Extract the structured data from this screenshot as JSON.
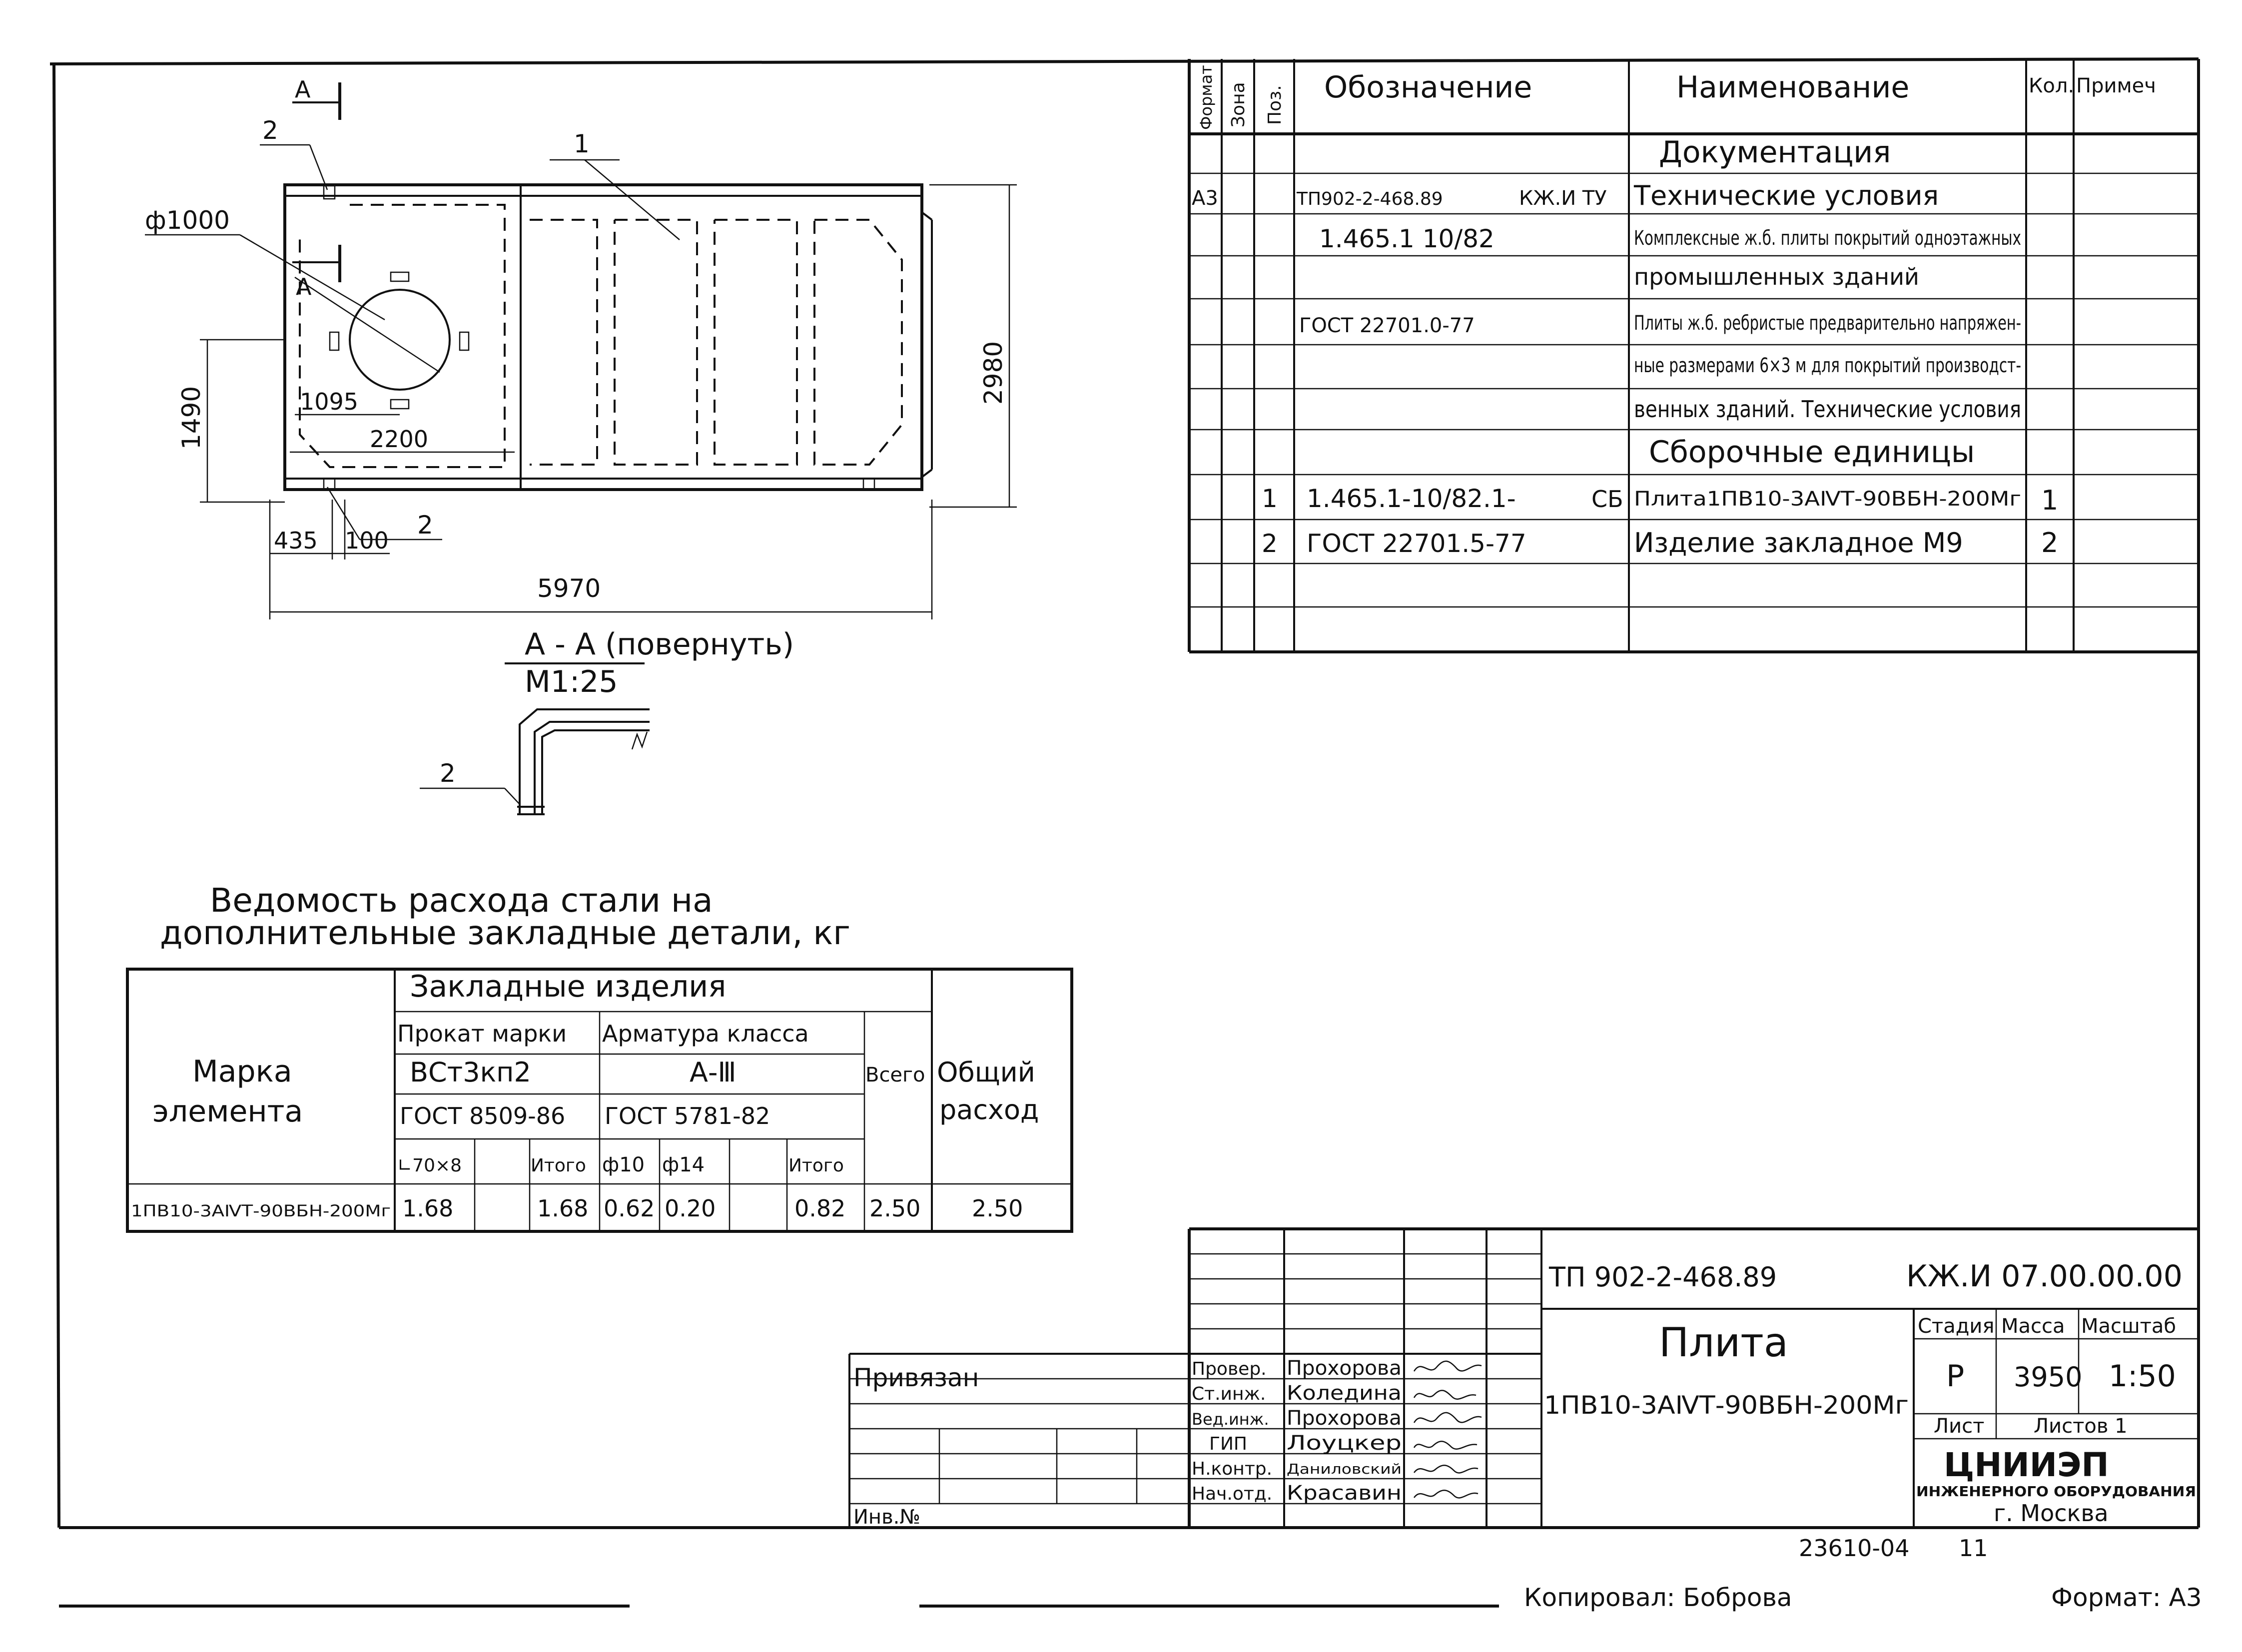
{
  "drawing": {
    "section_mark": "А",
    "part_2": "2",
    "part_1": "1",
    "dim_diameter": "ф1000",
    "dim_1490": "1490",
    "dim_1095": "1095",
    "dim_2200": "2200",
    "dim_2980": "2980",
    "dim_435": "435",
    "dim_100": "100",
    "dim_5970": "5970",
    "section_title": "А - А (повернуть)",
    "section_scale": "М1:25"
  },
  "spec_table": {
    "headers": {
      "format": "Формат",
      "zone": "Зона",
      "pos": "Поз.",
      "designation": "Обозначение",
      "name": "Наименование",
      "qty": "Кол.",
      "note": "Примеч"
    },
    "rows": [
      {
        "format": "",
        "pos": "",
        "designation": "",
        "name": "Документация",
        "qty": ""
      },
      {
        "format": "А3",
        "pos": "",
        "designation": "ТП902-2-468.89",
        "code": "КЖ.И ТУ",
        "name": "Технические условия",
        "qty": ""
      },
      {
        "format": "",
        "pos": "",
        "designation": "1.465.1 10/82",
        "name": "Комплексные ж.б. плиты покрытий одноэтажных",
        "qty": ""
      },
      {
        "format": "",
        "pos": "",
        "designation": "",
        "name": "промышленных зданий",
        "qty": ""
      },
      {
        "format": "",
        "pos": "",
        "designation": "ГОСТ 22701.0-77",
        "name": "Плиты ж.б. ребристые предварительно напряжен-",
        "qty": ""
      },
      {
        "format": "",
        "pos": "",
        "designation": "",
        "name": "ные размерами 6×3 м для покрытий производст-",
        "qty": ""
      },
      {
        "format": "",
        "pos": "",
        "designation": "",
        "name": "венных зданий. Технические условия",
        "qty": ""
      },
      {
        "format": "",
        "pos": "",
        "designation": "",
        "name": "Сборочные единицы",
        "qty": ""
      },
      {
        "format": "",
        "pos": "1",
        "designation": "1.465.1-10/82.1-",
        "code": "СБ",
        "name": "Плита1ПВ10-3АⅣТ-90ВБН-200Мг",
        "qty": "1"
      },
      {
        "format": "",
        "pos": "2",
        "designation": "ГОСТ 22701.5-77",
        "name": "Изделие закладное М9",
        "qty": "2"
      },
      {
        "format": "",
        "pos": "",
        "designation": "",
        "name": "",
        "qty": ""
      },
      {
        "format": "",
        "pos": "",
        "designation": "",
        "name": "",
        "qty": ""
      }
    ]
  },
  "steel_table": {
    "title_line1": "Ведомость расхода стали на",
    "title_line2": "дополнительные закладные детали, кг",
    "h_mark": "Марка элемента",
    "h_mark_1": "Марка",
    "h_mark_2": "элемента",
    "h_embedded": "Закладные изделия",
    "h_rolled": "Прокат марки",
    "h_rolled_grade": "ВСт3кп2",
    "h_rolled_gost": "ГОСТ 8509-86",
    "h_rebar": "Арматура класса",
    "h_rebar_class": "А-Ⅲ",
    "h_rebar_gost": "ГОСТ 5781-82",
    "h_total": "Всего",
    "h_overall_1": "Общий",
    "h_overall_2": "расход",
    "c_angle": "∟70×8",
    "c_itogo": "Итого",
    "c_f10": "ф10",
    "c_f14": "ф14",
    "row": {
      "mark": "1ПВ10-3АⅣТ-90ВБН-200Мг",
      "angle": "1.68",
      "rolled_total": "1.68",
      "f10": "0.62",
      "f14": "0.20",
      "rebar_total": "0.82",
      "total": "2.50",
      "overall": "2.50"
    }
  },
  "title_block": {
    "project": "ТП 902-2-468.89",
    "code": "КЖ.И 07.00.00.00",
    "product_name": "Плита",
    "product_mark": "1ПВ10-3АⅣТ-90ВБН-200Мг",
    "stage_h": "Стадия",
    "mass_h": "Масса",
    "scale_h": "Масштаб",
    "stage": "Р",
    "mass": "3950",
    "scale": "1:50",
    "sheet_h": "Лист",
    "sheets_h": "Листов 1",
    "org": "ЦНИИЭП",
    "org_line2": "ИНЖЕНЕРНОГО ОБОРУДОВАНИЯ",
    "org_line3": "г. Москва",
    "privyazan": "Привязан",
    "inv": "Инв.№",
    "signatories": [
      {
        "role": "Провер.",
        "name": "Прохорова"
      },
      {
        "role": "Ст.инж.",
        "name": "Коледина"
      },
      {
        "role": "Вед.инж.",
        "name": "Прохорова"
      },
      {
        "role": "ГИП",
        "name": "Лоуцкер"
      },
      {
        "role": "Н.контр.",
        "name": "Даниловский"
      },
      {
        "role": "Нач.отд.",
        "name": "Красавин"
      }
    ]
  },
  "footer": {
    "doc_number": "23610-04",
    "sheet_no": "11",
    "copied": "Копировал: Боброва",
    "format": "Формат: А3"
  }
}
